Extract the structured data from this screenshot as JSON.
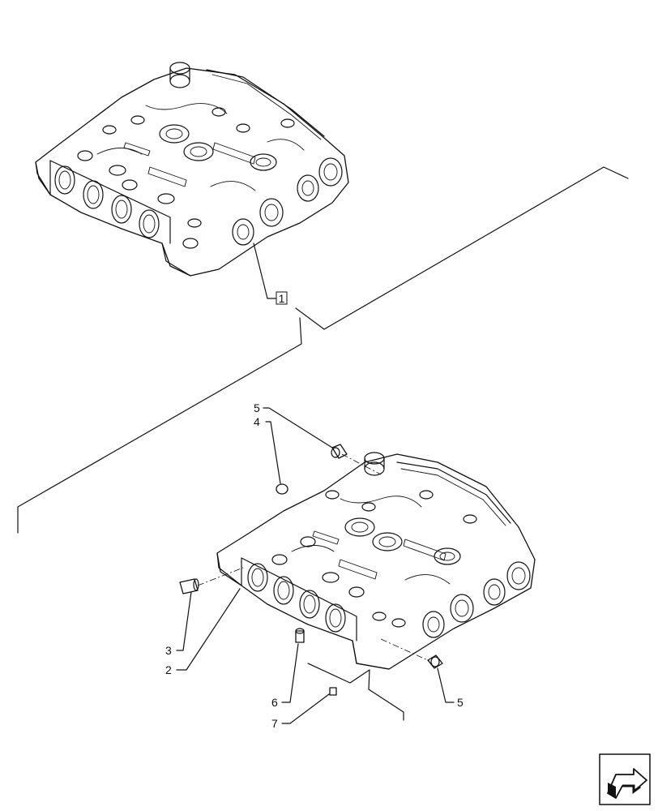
{
  "callouts": {
    "c1": "1",
    "c2": "2",
    "c3": "3",
    "c4": "4",
    "c5a": "5",
    "c5b": "5",
    "c6": "6",
    "c7": "7"
  },
  "nav_icon": "next-page-arrow-icon"
}
